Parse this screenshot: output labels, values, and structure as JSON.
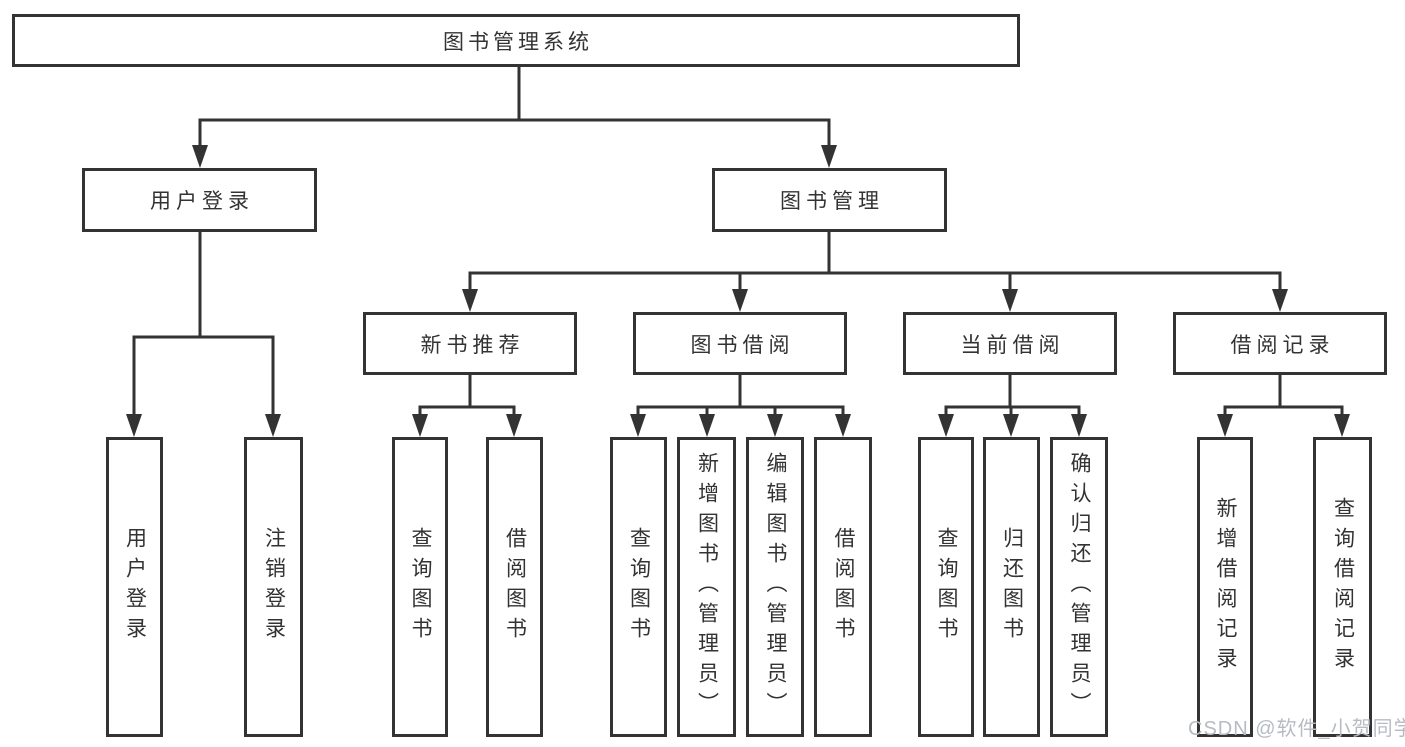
{
  "tree": {
    "root": {
      "label": "图书管理系统"
    },
    "user": {
      "label": "用户登录",
      "children": [
        {
          "label": "用户登录"
        },
        {
          "label": "注销登录"
        }
      ]
    },
    "mgmt": {
      "label": "图书管理",
      "groups": [
        {
          "label": "新书推荐",
          "children": [
            {
              "label": "查询图书"
            },
            {
              "label": "借阅图书"
            }
          ]
        },
        {
          "label": "图书借阅",
          "children": [
            {
              "label": "查询图书"
            },
            {
              "label": "新增图书（管理员）"
            },
            {
              "label": "编辑图书（管理员）"
            },
            {
              "label": "借阅图书"
            }
          ]
        },
        {
          "label": "当前借阅",
          "children": [
            {
              "label": "查询图书"
            },
            {
              "label": "归还图书"
            },
            {
              "label": "确认归还（管理员）"
            }
          ]
        },
        {
          "label": "借阅记录",
          "children": [
            {
              "label": "新增借阅记录"
            },
            {
              "label": "查询借阅记录"
            }
          ]
        }
      ]
    }
  },
  "watermark": "CSDN @软件_小贺同学",
  "colors": {
    "line": "#333333",
    "box_border": "#333333",
    "text": "#333333",
    "watermark": "#b7bbc2",
    "background": "#ffffff"
  }
}
